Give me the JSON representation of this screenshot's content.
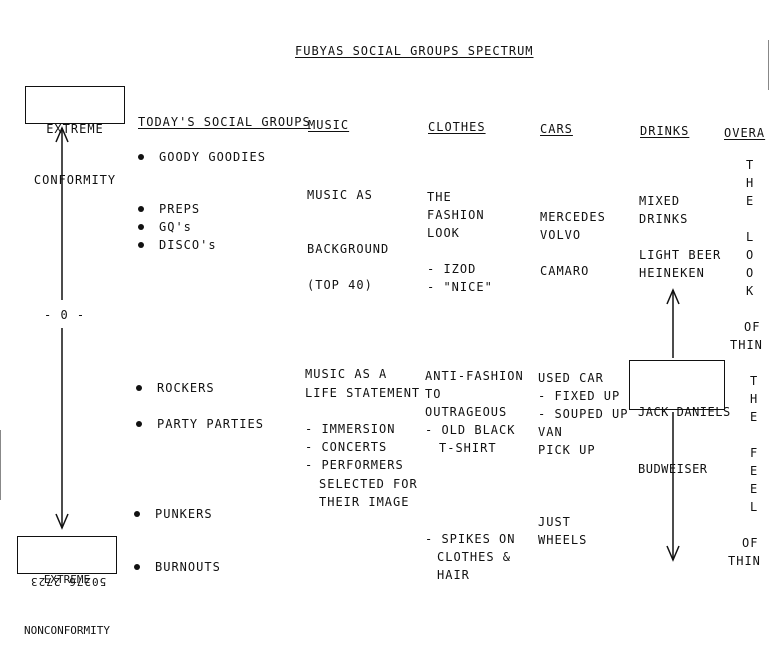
{
  "title": "FUBYAS SOCIAL GROUPS SPECTRUM",
  "left_axis": {
    "top_box": [
      "EXTREME",
      "CONFORMITY"
    ],
    "middle_label": "- 0 -",
    "bottom_box": [
      "EXTREME",
      "NONCONFORMITY"
    ],
    "doc_number": "50276 2723"
  },
  "headers": {
    "groups": "TODAY'S SOCIAL GROUPS",
    "music": "MUSIC",
    "clothes": "CLOTHES",
    "cars": "CARS",
    "drinks": "DRINKS",
    "overall": "OVERA"
  },
  "groups": [
    "GOODY GOODIES",
    "PREPS",
    "GQ's",
    "DISCO's",
    "ROCKERS",
    "PARTY PARTIES",
    "PUNKERS",
    "BURNOUTS"
  ],
  "music_top": [
    "MUSIC AS",
    "BACKGROUND",
    "(TOP 40)"
  ],
  "music_bottom": [
    "MUSIC AS A",
    "LIFE STATEMENT",
    "- IMMERSION",
    "- CONCERTS",
    "- PERFORMERS",
    "SELECTED FOR",
    "THEIR IMAGE"
  ],
  "clothes_top": [
    "THE",
    "FASHION",
    "LOOK",
    "- IZOD",
    "- \"NICE\""
  ],
  "clothes_bottom": [
    "ANTI-FASHION",
    "TO",
    "OUTRAGEOUS",
    "- OLD BLACK",
    "T-SHIRT",
    "- SPIKES ON",
    "CLOTHES &",
    "HAIR"
  ],
  "cars_top": [
    "MERCEDES",
    "VOLVO",
    "CAMARO"
  ],
  "cars_bottom": [
    "USED CAR",
    "- FIXED UP",
    "- SOUPED UP",
    "VAN",
    "PICK UP",
    "JUST",
    "WHEELS"
  ],
  "drinks_top": [
    "MIXED",
    "DRINKS",
    "LIGHT BEER",
    "HEINEKEN"
  ],
  "drinks_box": [
    "JACK DANIELS",
    "BUDWEISER"
  ],
  "overall": [
    "T",
    "H",
    "E",
    "L",
    "O",
    "O",
    "K",
    "OF",
    "THIN",
    "T",
    "H",
    "E",
    "F",
    "E",
    "E",
    "L",
    "OF",
    "THIN"
  ]
}
